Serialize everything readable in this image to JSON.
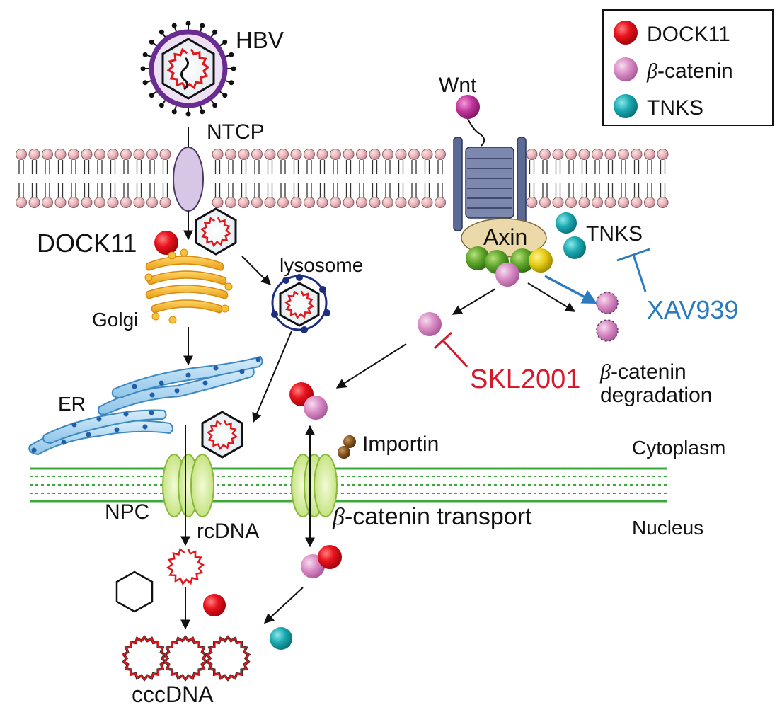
{
  "legend": {
    "items": [
      {
        "label": "DOCK11",
        "color": "#e8141e"
      },
      {
        "label": "-catenin",
        "prefix": "β",
        "color": "#d98cc4"
      },
      {
        "label": "TNKS",
        "color": "#1aa8b0"
      }
    ]
  },
  "labels": {
    "hbv": "HBV",
    "ntcp": "NTCP",
    "dock11": "DOCK11",
    "golgi": "Golgi",
    "lysosome": "lysosome",
    "er": "ER",
    "wnt": "Wnt",
    "axin": "Axin",
    "tnks": "TNKS",
    "xav939": "XAV939",
    "skl2001": "SKL2001",
    "beta_symbol": "β",
    "catenin_deg_line1": "-catenin",
    "catenin_deg_line2": "degradation",
    "importin": "Importin",
    "cytoplasm": "Cytoplasm",
    "nucleus": "Nucleus",
    "npc": "NPC",
    "rcdna": "rcDNA",
    "catenin_transport": "-catenin transport",
    "cccdna": "cccDNA"
  },
  "colors": {
    "dock11": "#e8141e",
    "beta_catenin": "#d98cc4",
    "tnks": "#1aa8b0",
    "wnt": "#c0359c",
    "inhibitor_red": "#d7192a",
    "inhibitor_blue": "#2a7bbf",
    "membrane_head": "#e8b4b8",
    "golgi": "#f5b731",
    "er": "#a9d6f0",
    "npc": "#cde98a",
    "nuclear_membrane": "#3aa83a",
    "hbv_envelope": "#6b2c91",
    "dna_red": "#e0181c"
  }
}
